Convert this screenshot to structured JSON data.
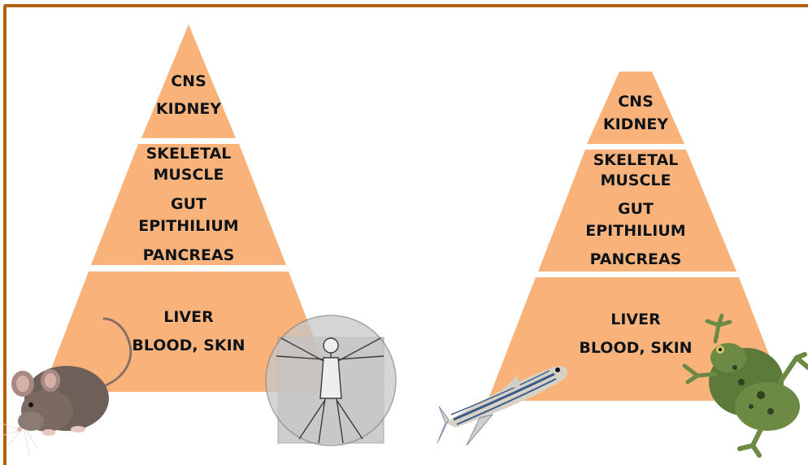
{
  "colors": {
    "frame": "#b35f0f",
    "pyramid_fill": "#f9b27a",
    "separator": "#ffffff"
  },
  "left_pyramid": {
    "top": [
      "CNS",
      "KIDNEY"
    ],
    "middle": [
      "SKELETAL",
      "MUSCLE",
      "GUT",
      "EPITHILIUM",
      "PANCREAS"
    ],
    "bottom": [
      "LIVER",
      "BLOOD, SKIN"
    ]
  },
  "right_pyramid": {
    "top": [
      "CNS",
      "KIDNEY"
    ],
    "middle": [
      "SKELETAL",
      "MUSCLE",
      "GUT",
      "EPITHILIUM",
      "PANCREAS"
    ],
    "bottom": [
      "LIVER",
      "BLOOD, SKIN"
    ]
  },
  "illustrations": {
    "left": [
      "mouse-illustration",
      "vitruvian-man-illustration"
    ],
    "right": [
      "zebrafish-illustration",
      "frog-illustration"
    ]
  }
}
